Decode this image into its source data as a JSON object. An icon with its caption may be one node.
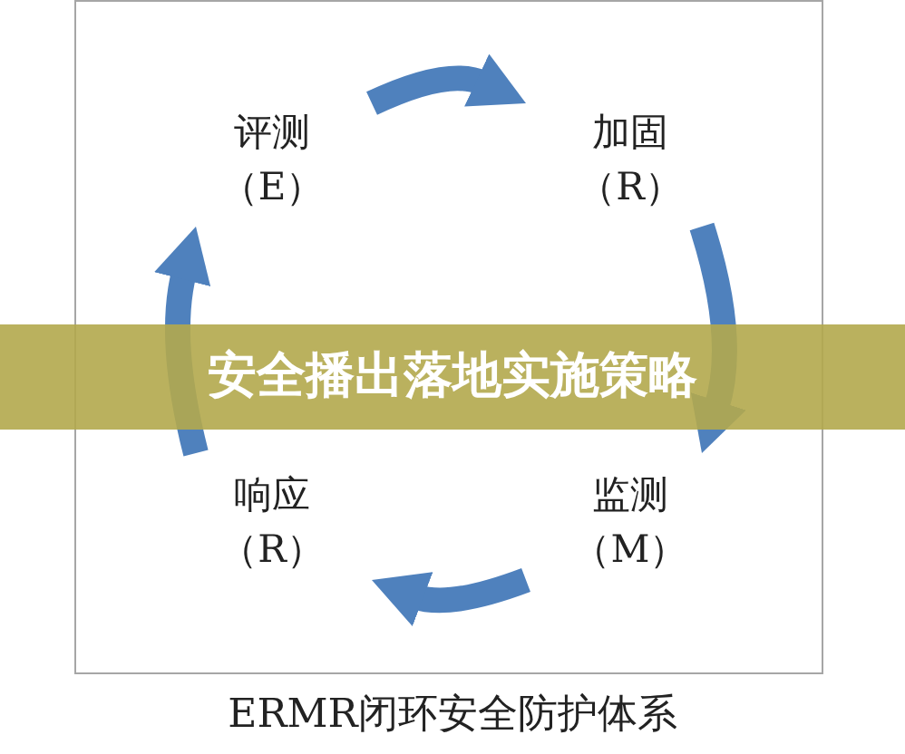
{
  "diagram": {
    "title": "安全播出落地实施策略",
    "caption": "ERMR闭环安全防护体系",
    "nodes": [
      {
        "text": [
          "评测",
          "（E）"
        ]
      },
      {
        "text": [
          "加固",
          "（R）"
        ]
      },
      {
        "text": [
          "监测",
          "（M）"
        ]
      },
      {
        "text": [
          "响应",
          "（R）"
        ]
      }
    ],
    "edges": [
      {
        "from": 0,
        "to": 1,
        "arrow": "to"
      },
      {
        "from": 1,
        "to": 2,
        "arrow": "to"
      },
      {
        "from": 2,
        "to": 3,
        "arrow": "to"
      },
      {
        "from": 3,
        "to": 0,
        "arrow": "to"
      }
    ]
  }
}
